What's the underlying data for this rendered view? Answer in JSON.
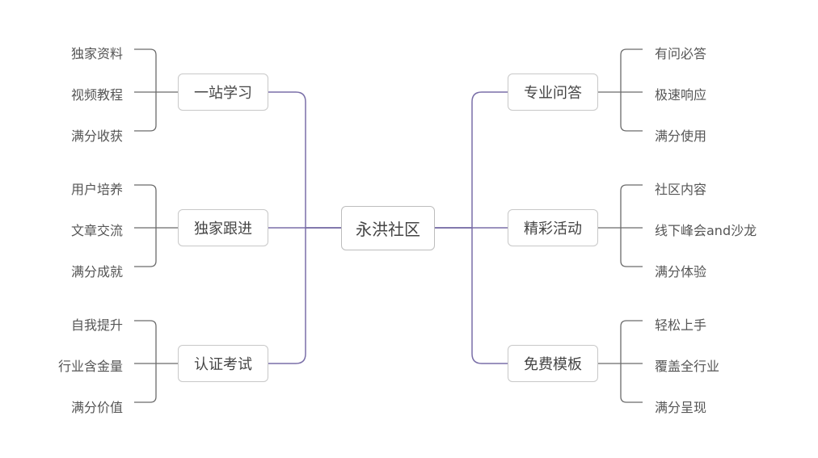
{
  "colors": {
    "main_connector": "#7a6fa8",
    "leaf_connector": "#6b6b6b",
    "node_border": "#c8c8c8",
    "text": "#444444"
  },
  "root": {
    "label": "永洪社区"
  },
  "branches": [
    {
      "label": "一站学习",
      "items": [
        "独家资料",
        "视频教程",
        "满分收获"
      ]
    },
    {
      "label": "独家跟进",
      "items": [
        "用户培养",
        "文章交流",
        "满分成就"
      ]
    },
    {
      "label": "认证考试",
      "items": [
        "自我提升",
        "行业含金量",
        "满分价值"
      ]
    },
    {
      "label": "专业问答",
      "items": [
        "有问必答",
        "极速响应",
        "满分使用"
      ]
    },
    {
      "label": "精彩活动",
      "items": [
        "社区内容",
        "线下峰会and沙龙",
        "满分体验"
      ]
    },
    {
      "label": "免费模板",
      "items": [
        "轻松上手",
        "覆盖全行业",
        "满分呈现"
      ]
    }
  ]
}
